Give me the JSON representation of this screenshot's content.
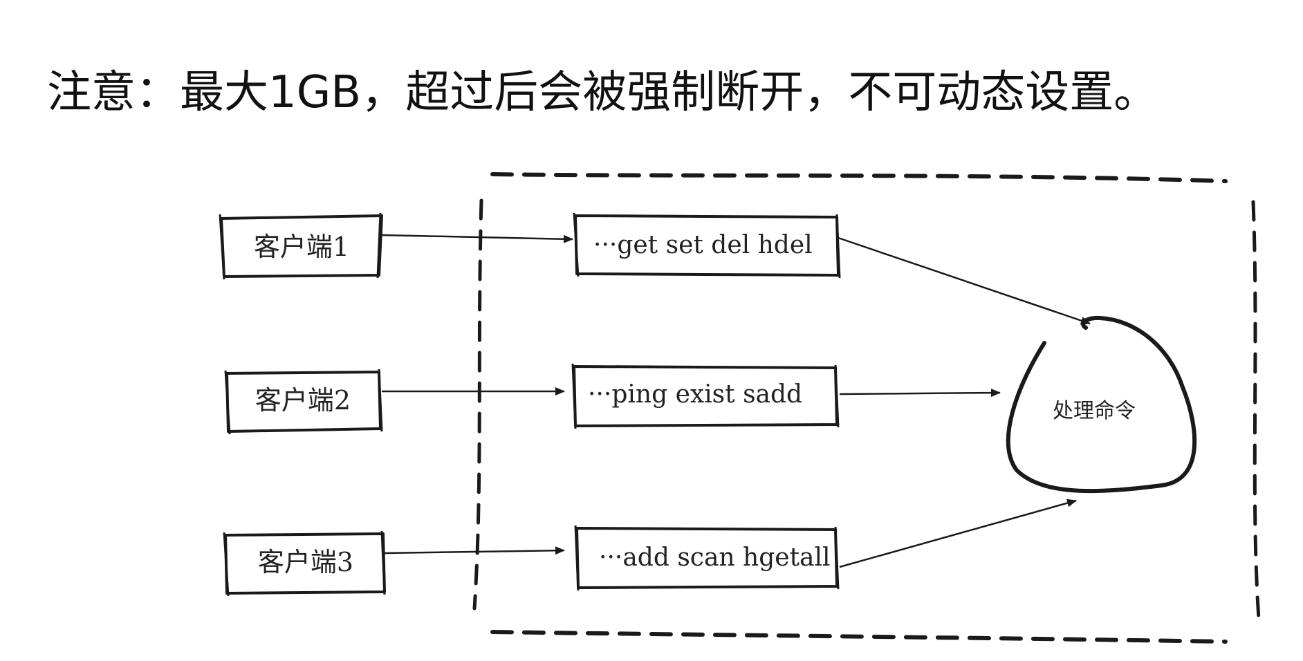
{
  "title": "注意：最大1GB，超过后会被强制断开，不可动态设置。",
  "clients": [
    {
      "id": "c1",
      "label": "客户端1"
    },
    {
      "id": "c2",
      "label": "客户端2"
    },
    {
      "id": "c3",
      "label": "客户端3"
    }
  ],
  "buffers": [
    {
      "id": "b1",
      "label": "···get set del hdel"
    },
    {
      "id": "b2",
      "label": "···ping exist sadd"
    },
    {
      "id": "b3",
      "label": "···add scan hgetall"
    }
  ],
  "processor": {
    "label": "处理命令"
  },
  "colors": {
    "stroke": "#1a1a1a",
    "text": "#222222",
    "background": "#ffffff"
  }
}
